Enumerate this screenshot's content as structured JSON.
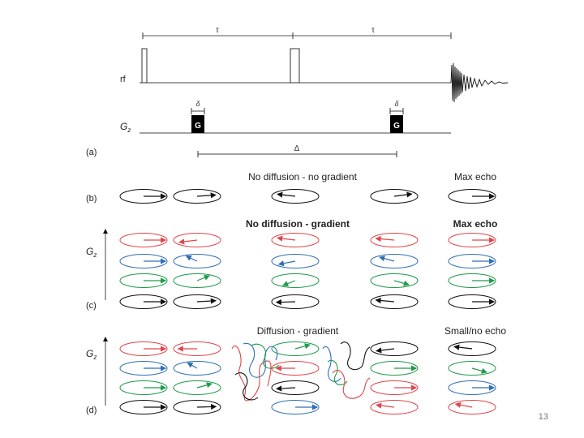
{
  "slide_number": "13",
  "sequence": {
    "tau_left": "τ",
    "tau_right": "τ",
    "rf_label": "rf",
    "gz_label": "G",
    "gz_sub": "z",
    "delta_small_1": "δ",
    "delta_small_2": "δ",
    "gradient_1": "G",
    "gradient_2": "G",
    "big_delta": "Δ",
    "panel_a": "(a)"
  },
  "panel_b": {
    "label": "(b)",
    "title": "No diffusion - no gradient",
    "echo": "Max echo"
  },
  "panel_c": {
    "label": "(c)",
    "title": "No diffusion - gradient",
    "echo": "Max echo",
    "axis": "G",
    "axis_sub": "z"
  },
  "panel_d": {
    "label": "(d)",
    "title": "Diffusion - gradient",
    "echo": "Small/no echo",
    "axis": "G",
    "axis_sub": "z"
  },
  "colors": {
    "red": "#e0464a",
    "blue": "#2f6fb5",
    "green": "#1e9a4a",
    "black": "#111111"
  }
}
